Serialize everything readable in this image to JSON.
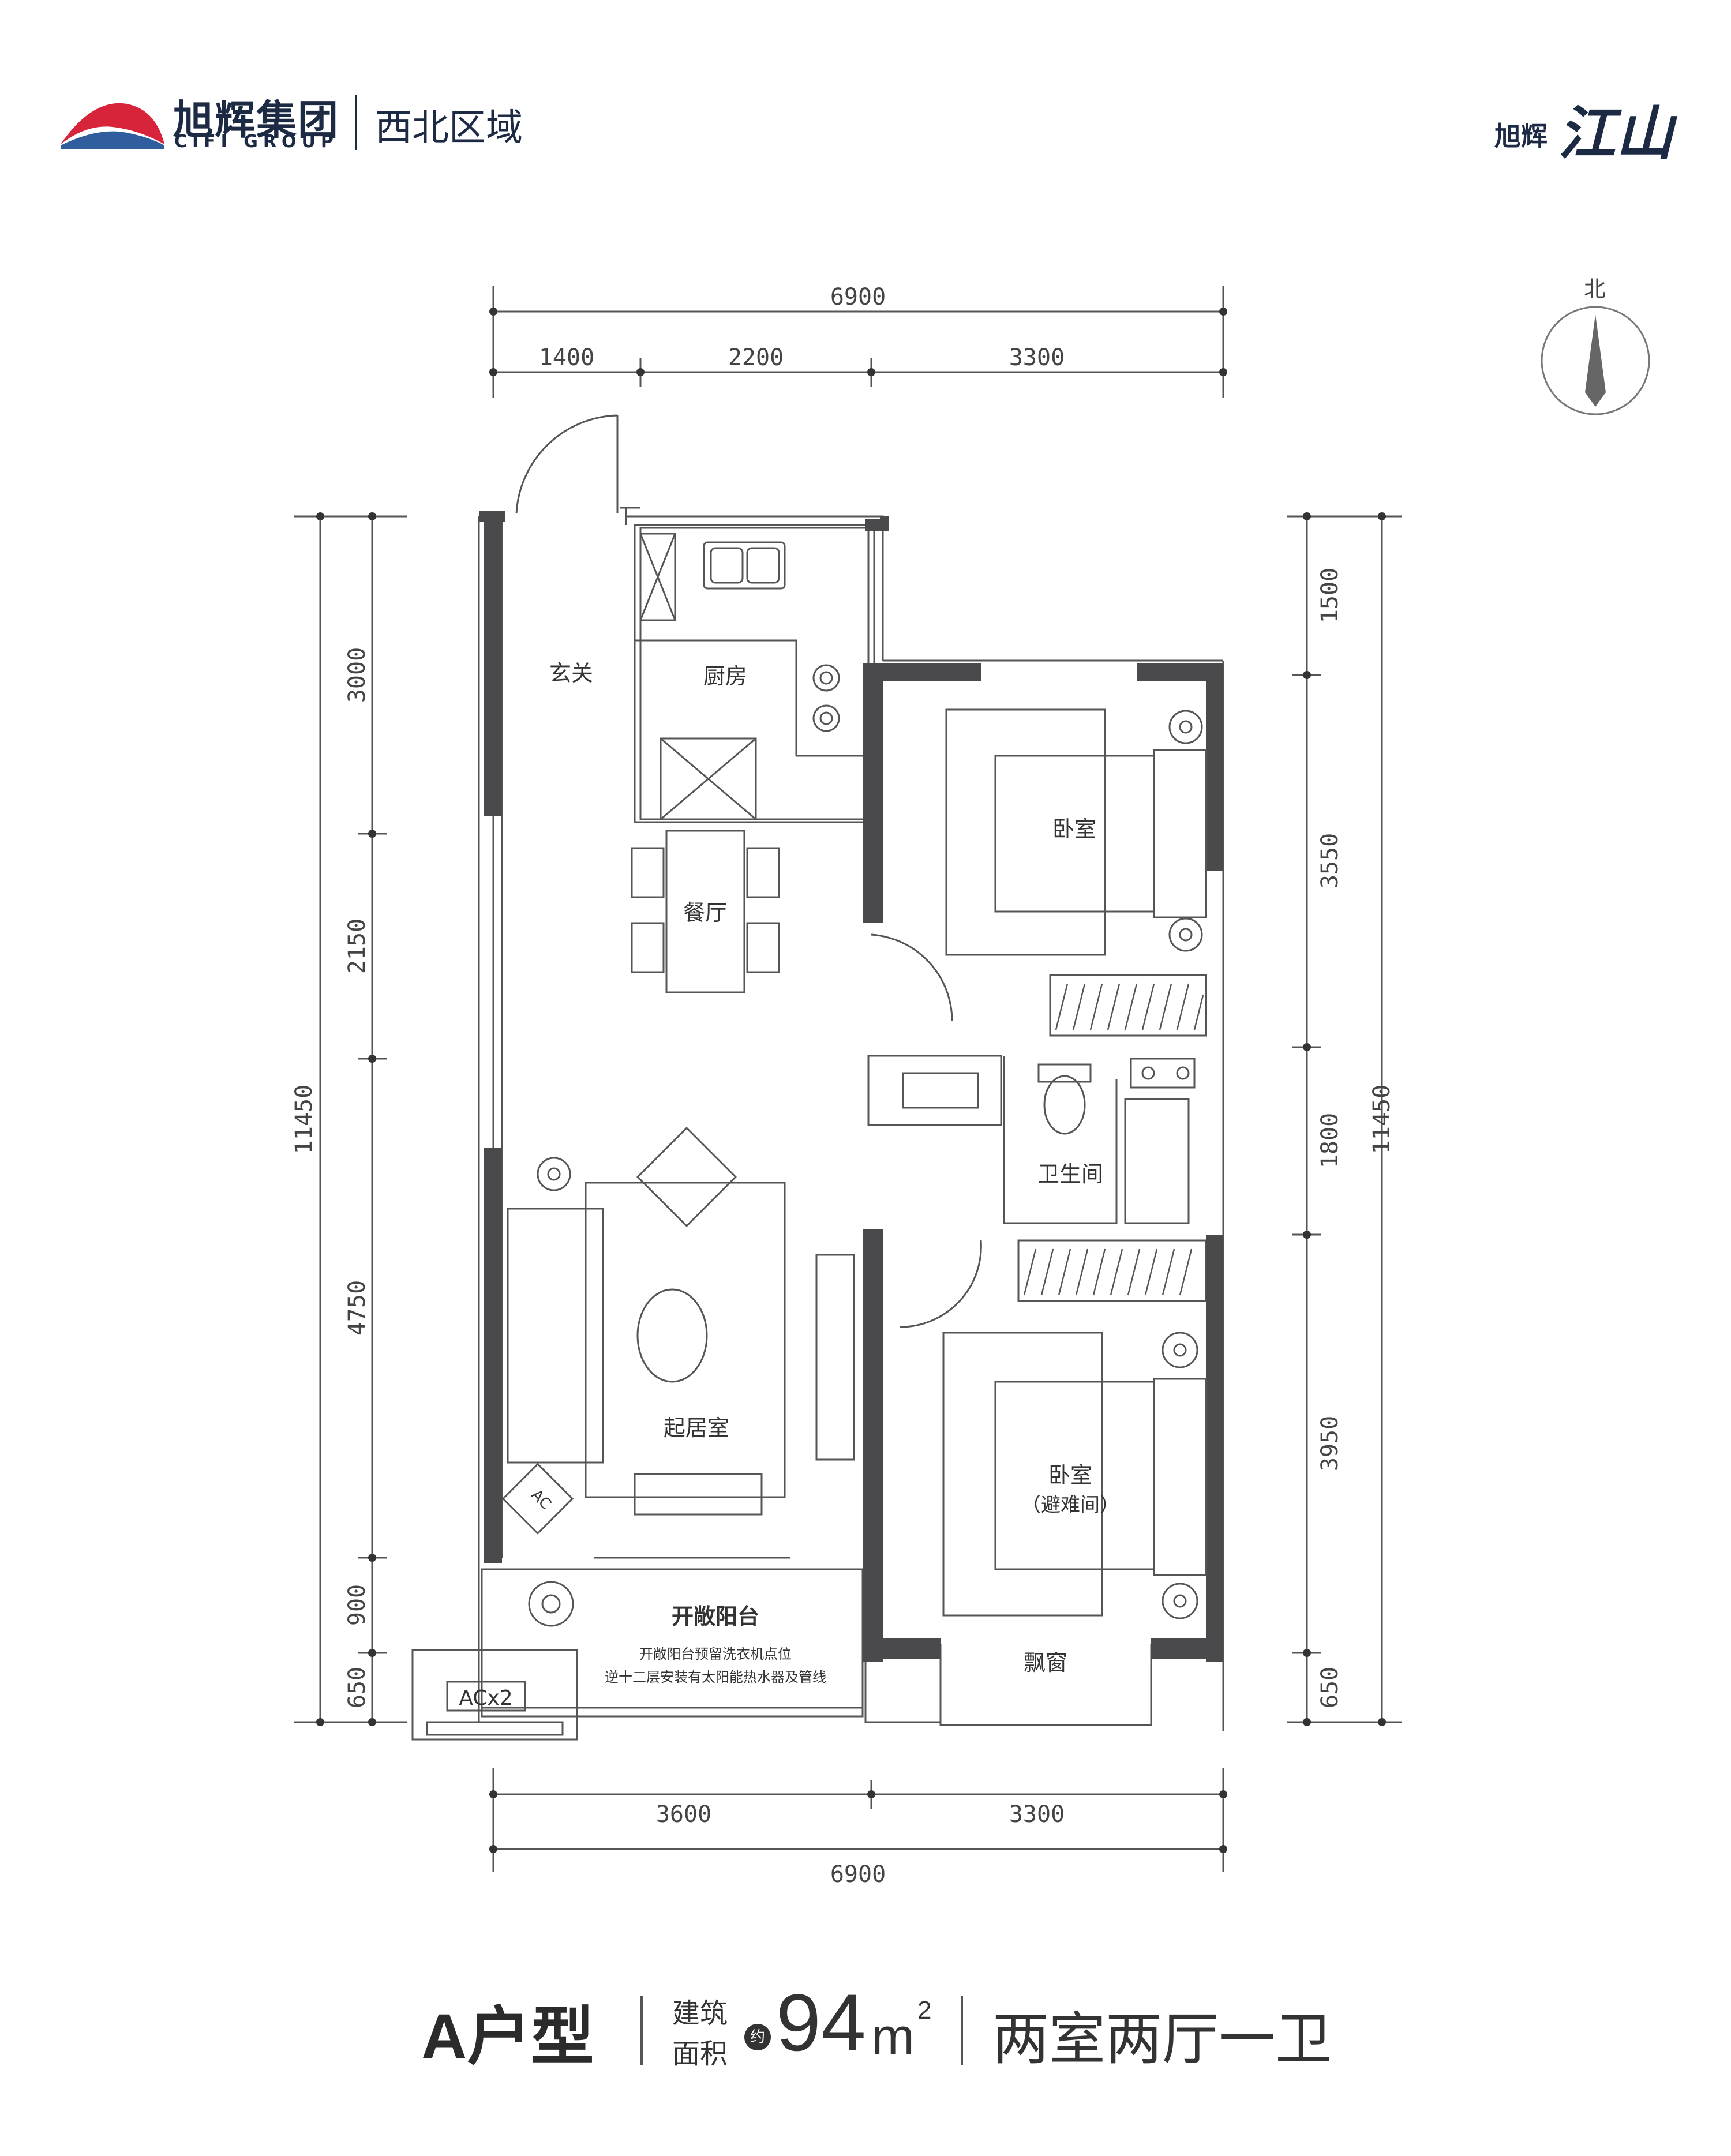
{
  "header": {
    "brand_cn": "旭辉集团",
    "brand_en": "CIFI GROUP",
    "region": "西北区域",
    "project_prefix": "旭辉",
    "project_name": "江山"
  },
  "compass": {
    "label": "北"
  },
  "dimensions": {
    "top_total": "6900",
    "top_segments": [
      "1400",
      "2200",
      "3300"
    ],
    "bottom_segments": [
      "3600",
      "3300"
    ],
    "bottom_total": "6900",
    "left_total": "11450",
    "left_segments": [
      "3000",
      "2150",
      "4750",
      "900",
      "650"
    ],
    "right_total": "11450",
    "right_segments": [
      "1500",
      "3550",
      "1800",
      "3950",
      "650"
    ]
  },
  "rooms": {
    "entry": "玄关",
    "kitchen": "厨房",
    "dining": "餐厅",
    "living": "起居室",
    "bedroom1": "卧室",
    "bathroom": "卫生间",
    "bedroom2": "卧室",
    "bedroom2_note": "（避难间）",
    "balcony": "开敞阳台",
    "balcony_note1": "开敞阳台预留洗衣机点位",
    "balcony_note2": "逆十二层安装有太阳能热水器及管线",
    "bay_window": "飘窗",
    "ac_box": "ACx2",
    "ac_unit": "AC"
  },
  "footer": {
    "unit_type": "A户型",
    "area_label_line1": "建筑",
    "area_label_line2": "面积",
    "approx": "约",
    "area_value": "94",
    "area_unit": "m",
    "area_sup": "2",
    "layout_desc": "两室两厅一卫"
  },
  "colors": {
    "wall": "#4a4a4c",
    "line": "#555555",
    "brand_red": "#d7243a",
    "brand_blue": "#2f5d9e",
    "brand_navy": "#1d2a44"
  }
}
